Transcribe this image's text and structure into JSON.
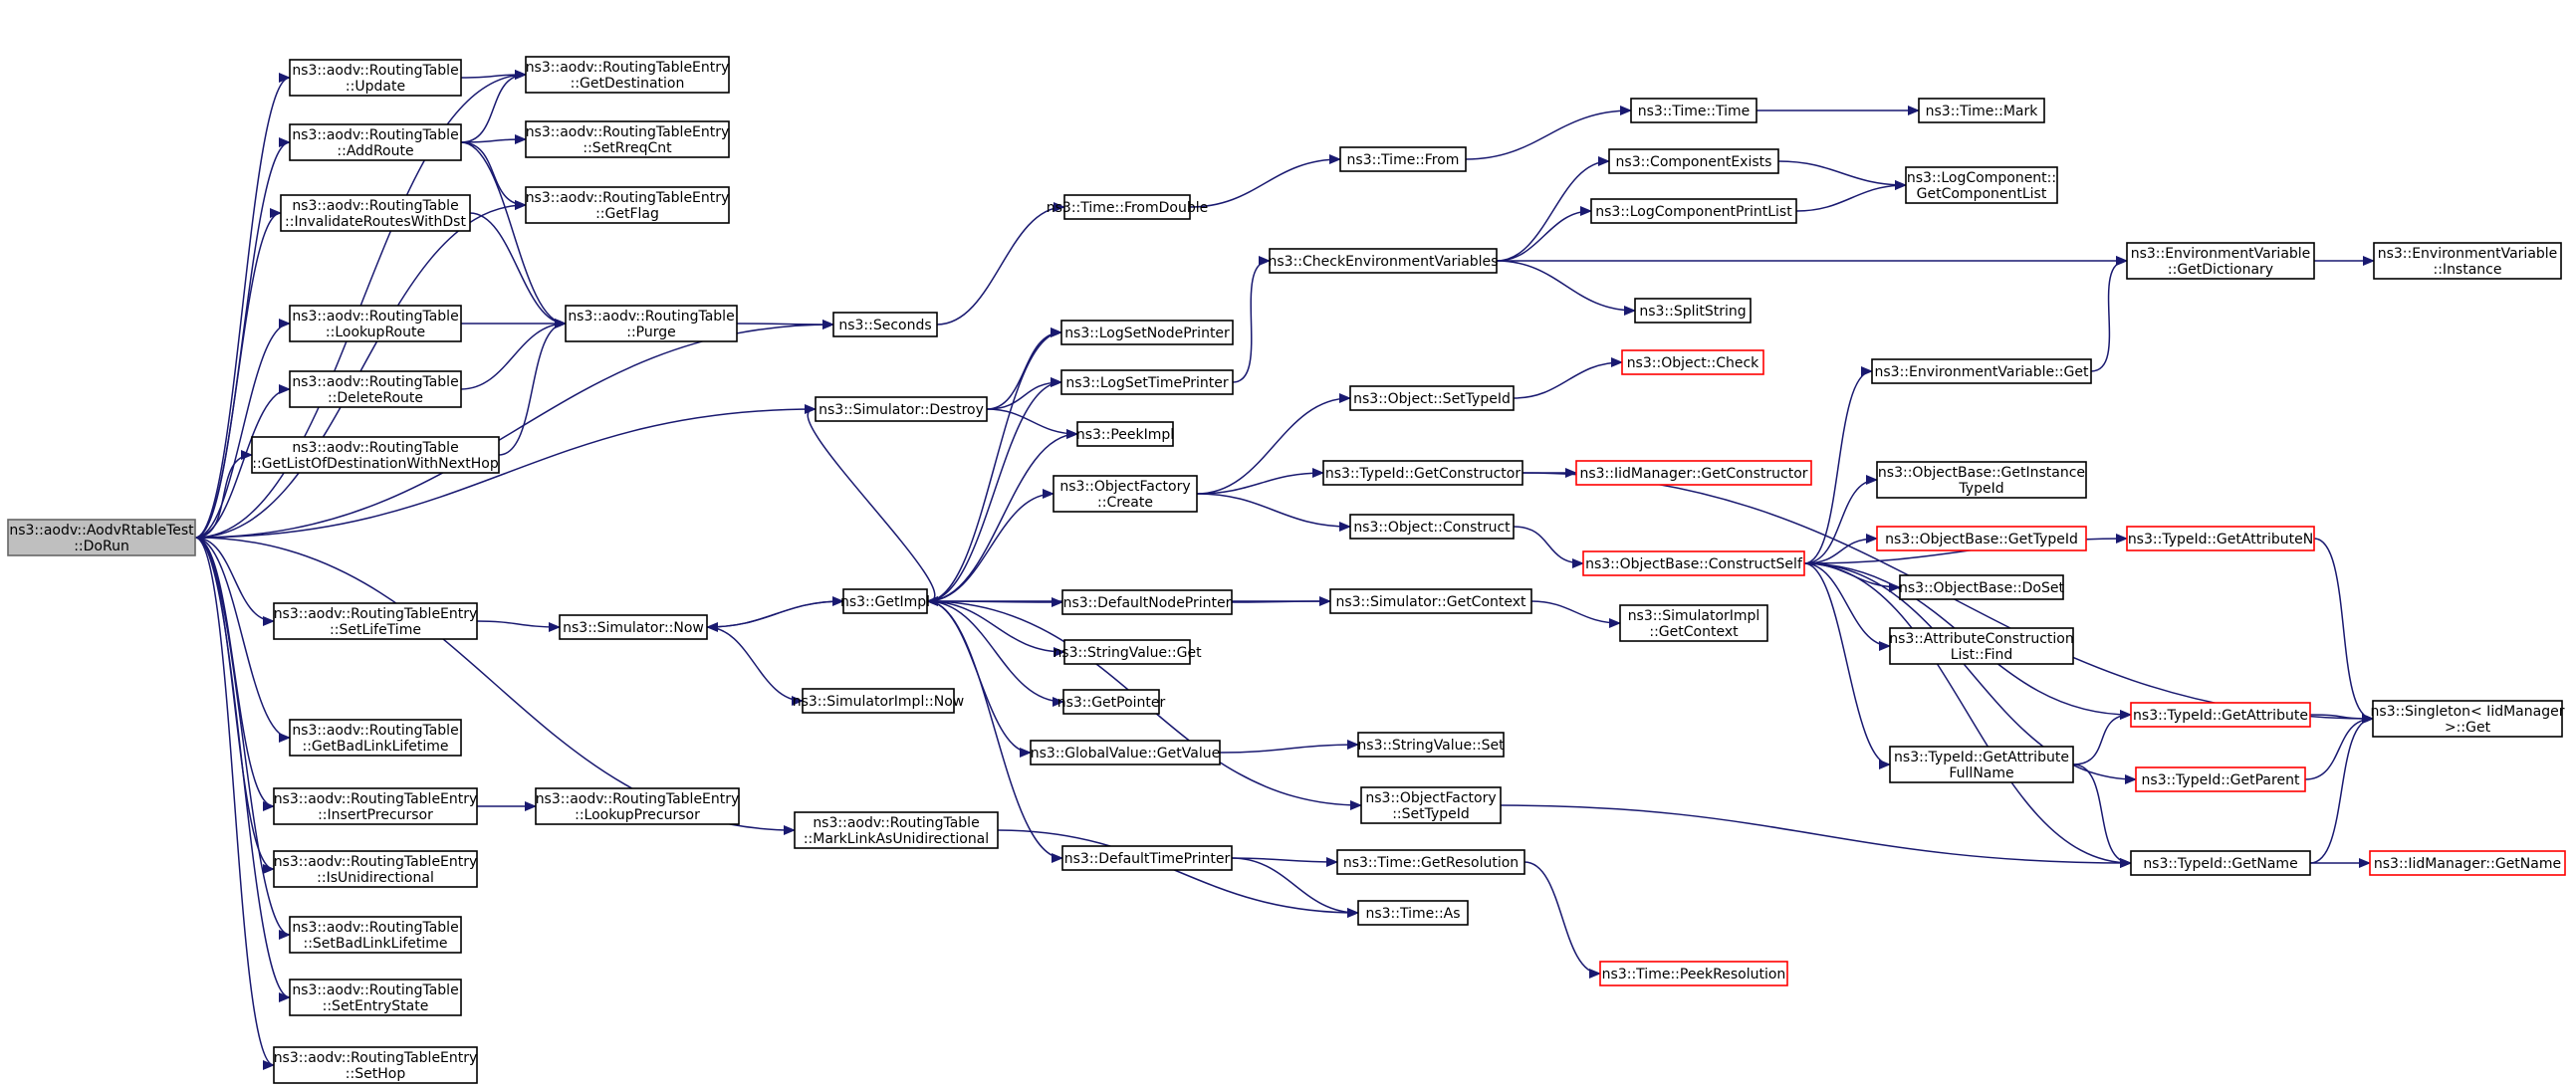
{
  "diagram": {
    "type": "call-graph",
    "nodes": [
      {
        "id": "n0",
        "lines": [
          "ns3::aodv::AodvRtableTest",
          "::DoRun"
        ],
        "style": "root"
      },
      {
        "id": "n1",
        "lines": [
          "ns3::aodv::RoutingTable",
          "::Update"
        ]
      },
      {
        "id": "n2",
        "lines": [
          "ns3::aodv::RoutingTable",
          "::AddRoute"
        ]
      },
      {
        "id": "n3",
        "lines": [
          "ns3::aodv::RoutingTable",
          "::InvalidateRoutesWithDst"
        ]
      },
      {
        "id": "n4",
        "lines": [
          "ns3::aodv::RoutingTable",
          "::LookupRoute"
        ]
      },
      {
        "id": "n5",
        "lines": [
          "ns3::aodv::RoutingTable",
          "::DeleteRoute"
        ]
      },
      {
        "id": "n6",
        "lines": [
          "ns3::aodv::RoutingTable",
          "::GetListOfDestinationWithNextHop"
        ]
      },
      {
        "id": "n7",
        "lines": [
          "ns3::aodv::RoutingTableEntry",
          "::SetLifeTime"
        ]
      },
      {
        "id": "n8",
        "lines": [
          "ns3::aodv::RoutingTable",
          "::GetBadLinkLifetime"
        ]
      },
      {
        "id": "n9",
        "lines": [
          "ns3::aodv::RoutingTableEntry",
          "::InsertPrecursor"
        ]
      },
      {
        "id": "n10",
        "lines": [
          "ns3::aodv::RoutingTableEntry",
          "::IsUnidirectional"
        ]
      },
      {
        "id": "n11",
        "lines": [
          "ns3::aodv::RoutingTable",
          "::SetBadLinkLifetime"
        ]
      },
      {
        "id": "n12",
        "lines": [
          "ns3::aodv::RoutingTable",
          "::SetEntryState"
        ]
      },
      {
        "id": "n13",
        "lines": [
          "ns3::aodv::RoutingTableEntry",
          "::SetHop"
        ]
      },
      {
        "id": "n14",
        "lines": [
          "ns3::aodv::RoutingTableEntry",
          "::GetDestination"
        ]
      },
      {
        "id": "n15",
        "lines": [
          "ns3::aodv::RoutingTableEntry",
          "::SetRreqCnt"
        ]
      },
      {
        "id": "n16",
        "lines": [
          "ns3::aodv::RoutingTableEntry",
          "::GetFlag"
        ]
      },
      {
        "id": "n17",
        "lines": [
          "ns3::aodv::RoutingTable",
          "::Purge"
        ]
      },
      {
        "id": "n18",
        "lines": [
          "ns3::Simulator::Now"
        ]
      },
      {
        "id": "n19",
        "lines": [
          "ns3::SimulatorImpl::Now"
        ]
      },
      {
        "id": "n20",
        "lines": [
          "ns3::aodv::RoutingTableEntry",
          "::LookupPrecursor"
        ]
      },
      {
        "id": "n21",
        "lines": [
          "ns3::aodv::RoutingTable",
          "::MarkLinkAsUnidirectional"
        ]
      },
      {
        "id": "n22",
        "lines": [
          "ns3::Seconds"
        ]
      },
      {
        "id": "n23",
        "lines": [
          "ns3::Simulator::Destroy"
        ]
      },
      {
        "id": "n24",
        "lines": [
          "ns3::GetImpl"
        ]
      },
      {
        "id": "n25",
        "lines": [
          "ns3::Time::FromDouble"
        ]
      },
      {
        "id": "n26",
        "lines": [
          "ns3::LogSetNodePrinter"
        ]
      },
      {
        "id": "n27",
        "lines": [
          "ns3::LogSetTimePrinter"
        ]
      },
      {
        "id": "n28",
        "lines": [
          "ns3::PeekImpl"
        ]
      },
      {
        "id": "n29",
        "lines": [
          "ns3::ObjectFactory",
          "::Create"
        ]
      },
      {
        "id": "n30",
        "lines": [
          "ns3::DefaultNodePrinter"
        ]
      },
      {
        "id": "n31",
        "lines": [
          "ns3::StringValue::Get"
        ]
      },
      {
        "id": "n32",
        "lines": [
          "ns3::GetPointer"
        ]
      },
      {
        "id": "n33",
        "lines": [
          "ns3::GlobalValue::GetValue"
        ]
      },
      {
        "id": "n34",
        "lines": [
          "ns3::DefaultTimePrinter"
        ]
      },
      {
        "id": "n35",
        "lines": [
          "ns3::Time::From"
        ]
      },
      {
        "id": "n36",
        "lines": [
          "ns3::CheckEnvironmentVariables"
        ]
      },
      {
        "id": "n37",
        "lines": [
          "ns3::Object::SetTypeId"
        ]
      },
      {
        "id": "n38",
        "lines": [
          "ns3::TypeId::GetConstructor"
        ]
      },
      {
        "id": "n39",
        "lines": [
          "ns3::Object::Construct"
        ]
      },
      {
        "id": "n40",
        "lines": [
          "ns3::Simulator::GetContext"
        ]
      },
      {
        "id": "n41",
        "lines": [
          "ns3::StringValue::Set"
        ]
      },
      {
        "id": "n42",
        "lines": [
          "ns3::ObjectFactory",
          "::SetTypeId"
        ]
      },
      {
        "id": "n43",
        "lines": [
          "ns3::Time::GetResolution"
        ]
      },
      {
        "id": "n44",
        "lines": [
          "ns3::Time::As"
        ]
      },
      {
        "id": "n45",
        "lines": [
          "ns3::Time::Time"
        ]
      },
      {
        "id": "n46",
        "lines": [
          "ns3::ComponentExists"
        ]
      },
      {
        "id": "n47",
        "lines": [
          "ns3::LogComponentPrintList"
        ]
      },
      {
        "id": "n48",
        "lines": [
          "ns3::SplitString"
        ]
      },
      {
        "id": "n49",
        "lines": [
          "ns3::Object::Check"
        ],
        "style": "red"
      },
      {
        "id": "n50",
        "lines": [
          "ns3::IidManager::GetConstructor"
        ],
        "style": "red"
      },
      {
        "id": "n51",
        "lines": [
          "ns3::ObjectBase::ConstructSelf"
        ],
        "style": "red"
      },
      {
        "id": "n52",
        "lines": [
          "ns3::SimulatorImpl",
          "::GetContext"
        ]
      },
      {
        "id": "n53",
        "lines": [
          "ns3::Time::PeekResolution"
        ],
        "style": "red"
      },
      {
        "id": "n54",
        "lines": [
          "ns3::Time::Mark"
        ]
      },
      {
        "id": "n55",
        "lines": [
          "ns3::LogComponent::",
          "GetComponentList"
        ]
      },
      {
        "id": "n56",
        "lines": [
          "ns3::EnvironmentVariable::Get"
        ]
      },
      {
        "id": "n57",
        "lines": [
          "ns3::ObjectBase::GetInstance",
          "TypeId"
        ]
      },
      {
        "id": "n58",
        "lines": [
          "ns3::ObjectBase::GetTypeId"
        ],
        "style": "red"
      },
      {
        "id": "n59",
        "lines": [
          "ns3::ObjectBase::DoSet"
        ]
      },
      {
        "id": "n60",
        "lines": [
          "ns3::AttributeConstruction",
          "List::Find"
        ]
      },
      {
        "id": "n61",
        "lines": [
          "ns3::TypeId::GetAttribute",
          "FullName"
        ]
      },
      {
        "id": "n62",
        "lines": [
          "ns3::EnvironmentVariable",
          "::GetDictionary"
        ]
      },
      {
        "id": "n63",
        "lines": [
          "ns3::TypeId::GetAttributeN"
        ],
        "style": "red"
      },
      {
        "id": "n64",
        "lines": [
          "ns3::TypeId::GetAttribute"
        ],
        "style": "red"
      },
      {
        "id": "n65",
        "lines": [
          "ns3::TypeId::GetParent"
        ],
        "style": "red"
      },
      {
        "id": "n66",
        "lines": [
          "ns3::TypeId::GetName"
        ]
      },
      {
        "id": "n67",
        "lines": [
          "ns3::EnvironmentVariable",
          "::Instance"
        ]
      },
      {
        "id": "n68",
        "lines": [
          "ns3::Singleton< IidManager",
          ">::Get"
        ]
      },
      {
        "id": "n69",
        "lines": [
          "ns3::IidManager::GetName"
        ],
        "style": "red"
      }
    ],
    "edges": [
      [
        "n0",
        "n1"
      ],
      [
        "n0",
        "n2"
      ],
      [
        "n0",
        "n3"
      ],
      [
        "n0",
        "n4"
      ],
      [
        "n0",
        "n5"
      ],
      [
        "n0",
        "n6"
      ],
      [
        "n0",
        "n7"
      ],
      [
        "n0",
        "n8"
      ],
      [
        "n0",
        "n9"
      ],
      [
        "n0",
        "n10"
      ],
      [
        "n0",
        "n11"
      ],
      [
        "n0",
        "n12"
      ],
      [
        "n0",
        "n13"
      ],
      [
        "n0",
        "n14"
      ],
      [
        "n0",
        "n16"
      ],
      [
        "n0",
        "n22"
      ],
      [
        "n0",
        "n23"
      ],
      [
        "n0",
        "n21"
      ],
      [
        "n1",
        "n14"
      ],
      [
        "n2",
        "n14"
      ],
      [
        "n2",
        "n15"
      ],
      [
        "n2",
        "n16"
      ],
      [
        "n2",
        "n17"
      ],
      [
        "n3",
        "n17"
      ],
      [
        "n4",
        "n17"
      ],
      [
        "n5",
        "n17"
      ],
      [
        "n6",
        "n17"
      ],
      [
        "n7",
        "n18"
      ],
      [
        "n9",
        "n20"
      ],
      [
        "n21",
        "n44"
      ],
      [
        "n17",
        "n22"
      ],
      [
        "n18",
        "n24"
      ],
      [
        "n18",
        "n19"
      ],
      [
        "n22",
        "n25"
      ],
      [
        "n25",
        "n35"
      ],
      [
        "n35",
        "n45"
      ],
      [
        "n45",
        "n54"
      ],
      [
        "n23",
        "n26"
      ],
      [
        "n23",
        "n27"
      ],
      [
        "n23",
        "n28"
      ],
      [
        "n23",
        "n24"
      ],
      [
        "n24",
        "n26"
      ],
      [
        "n24",
        "n27"
      ],
      [
        "n24",
        "n28"
      ],
      [
        "n24",
        "n29"
      ],
      [
        "n24",
        "n30"
      ],
      [
        "n24",
        "n31"
      ],
      [
        "n24",
        "n32"
      ],
      [
        "n24",
        "n33"
      ],
      [
        "n24",
        "n34"
      ],
      [
        "n24",
        "n42"
      ],
      [
        "n24",
        "n18"
      ],
      [
        "n27",
        "n36"
      ],
      [
        "n36",
        "n46"
      ],
      [
        "n36",
        "n47"
      ],
      [
        "n36",
        "n48"
      ],
      [
        "n36",
        "n62"
      ],
      [
        "n46",
        "n55"
      ],
      [
        "n47",
        "n55"
      ],
      [
        "n29",
        "n37"
      ],
      [
        "n29",
        "n38"
      ],
      [
        "n29",
        "n39"
      ],
      [
        "n37",
        "n49"
      ],
      [
        "n38",
        "n50"
      ],
      [
        "n38",
        "n68"
      ],
      [
        "n39",
        "n51"
      ],
      [
        "n30",
        "n40"
      ],
      [
        "n40",
        "n24"
      ],
      [
        "n40",
        "n52"
      ],
      [
        "n33",
        "n41"
      ],
      [
        "n34",
        "n43"
      ],
      [
        "n34",
        "n44"
      ],
      [
        "n43",
        "n53"
      ],
      [
        "n42",
        "n66"
      ],
      [
        "n51",
        "n56"
      ],
      [
        "n51",
        "n57"
      ],
      [
        "n51",
        "n58"
      ],
      [
        "n51",
        "n59"
      ],
      [
        "n51",
        "n60"
      ],
      [
        "n51",
        "n61"
      ],
      [
        "n51",
        "n63"
      ],
      [
        "n51",
        "n64"
      ],
      [
        "n51",
        "n65"
      ],
      [
        "n51",
        "n66"
      ],
      [
        "n56",
        "n62"
      ],
      [
        "n62",
        "n67"
      ],
      [
        "n61",
        "n64"
      ],
      [
        "n61",
        "n66"
      ],
      [
        "n63",
        "n68"
      ],
      [
        "n64",
        "n68"
      ],
      [
        "n65",
        "n68"
      ],
      [
        "n66",
        "n68"
      ],
      [
        "n66",
        "n69"
      ]
    ]
  }
}
